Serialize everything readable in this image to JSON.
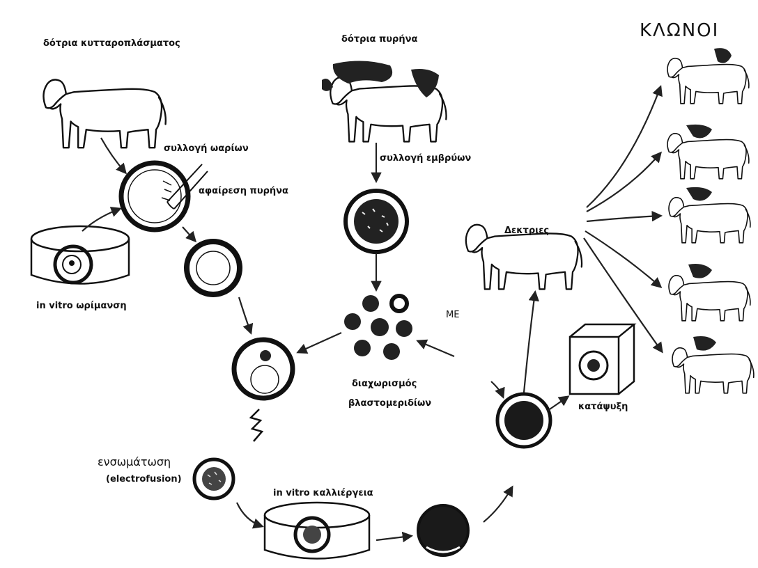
{
  "labels": {
    "cytoplasm_donor": "δότρια κυτταροπλάσματος",
    "nucleus_donor": "δότρια πυρήνα",
    "clones": "ΚΛΩΝΟΙ",
    "oocyte_collection": "συλλογή ωαρίων",
    "nucleus_removal": "αφαίρεση πυρήνα",
    "embryo_collection": "συλλογή εμβρύων",
    "in_vitro_maturation": "in vitro ωρίμανση",
    "recipients": "Δεκτριες",
    "me": "ΜΕ",
    "blastomere_separation_1": "διαχωρισμός",
    "blastomere_separation_2": "βλαστομεριδίων",
    "freezing": "κατάψυξη",
    "incorporation": "ενσωμάτωση",
    "electrofusion": "(electrofusion)",
    "in_vitro_culture": "in vitro καλλιέργεια"
  },
  "colors": {
    "ink": "#111111",
    "background": "#ffffff"
  }
}
